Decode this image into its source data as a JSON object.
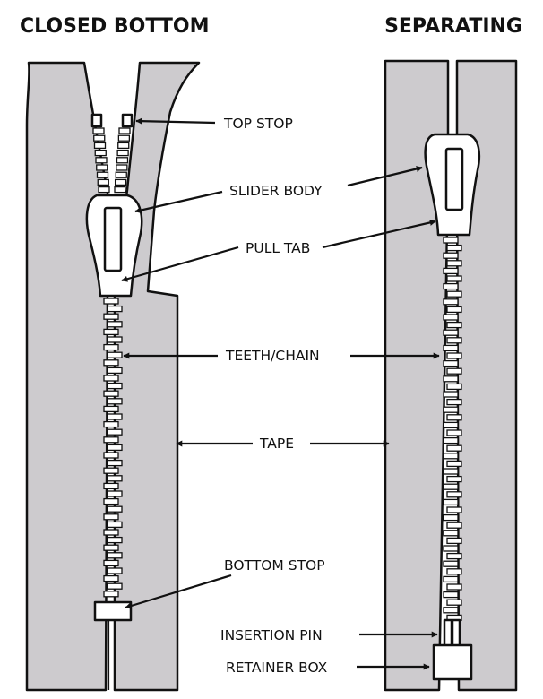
{
  "headings": {
    "left": "CLOSED BOTTOM",
    "right": "SEPARATING"
  },
  "labels": {
    "top_stop": "TOP STOP",
    "slider_body": "SLIDER BODY",
    "pull_tab": "PULL TAB",
    "teeth_chain": "TEETH/CHAIN",
    "tape": "TAPE",
    "bottom_stop": "BOTTOM STOP",
    "insertion_pin": "INSERTION PIN",
    "retainer_box": "RETAINER BOX"
  },
  "colors": {
    "tape": "#cdcbce",
    "outline": "#111111",
    "metal": "#ffffff",
    "background": "#ffffff"
  }
}
